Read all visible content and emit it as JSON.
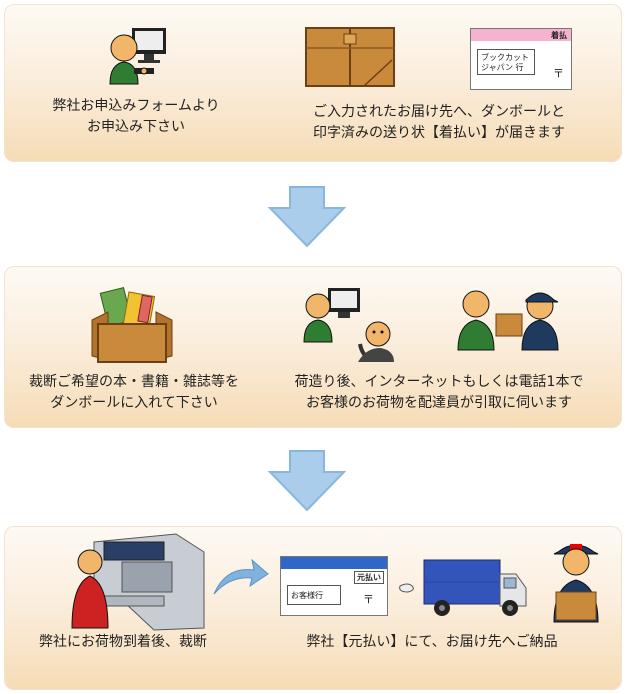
{
  "steps": [
    {
      "captions": [
        {
          "lines": [
            "弊社お申込みフォームより",
            "お申込み下さい"
          ]
        },
        {
          "lines": [
            "ご入力されたお届け先へ、ダンボールと",
            "印字済みの送り状【着払い】が届きます"
          ]
        }
      ],
      "slip": {
        "badge": "着払",
        "address": [
          "ブックカット",
          "ジャパン 行"
        ],
        "mark": "〒"
      }
    },
    {
      "captions": [
        {
          "lines": [
            "裁断ご希望の本・書籍・雑誌等を",
            "ダンボールに入れて下さい"
          ]
        },
        {
          "lines": [
            "荷造り後、インターネットもしくは電話1本で",
            "お客様のお荷物を配達員が引取に伺います"
          ]
        }
      ]
    },
    {
      "captions": [
        {
          "lines": [
            "弊社にお荷物到着後、裁断"
          ]
        },
        {
          "lines": [
            "弊社【元払い】にて、お届け先へご納品"
          ]
        }
      ],
      "slip": {
        "badge": "元払い",
        "address": [
          "お客様行"
        ],
        "mark": "〒"
      }
    }
  ],
  "colors": {
    "arrow_fill": "#a9cdea",
    "arrow_stroke": "#8bb6db",
    "panel_bottom": "#f6dcb6",
    "box": "#c98a3c",
    "truck": "#3355bb"
  }
}
